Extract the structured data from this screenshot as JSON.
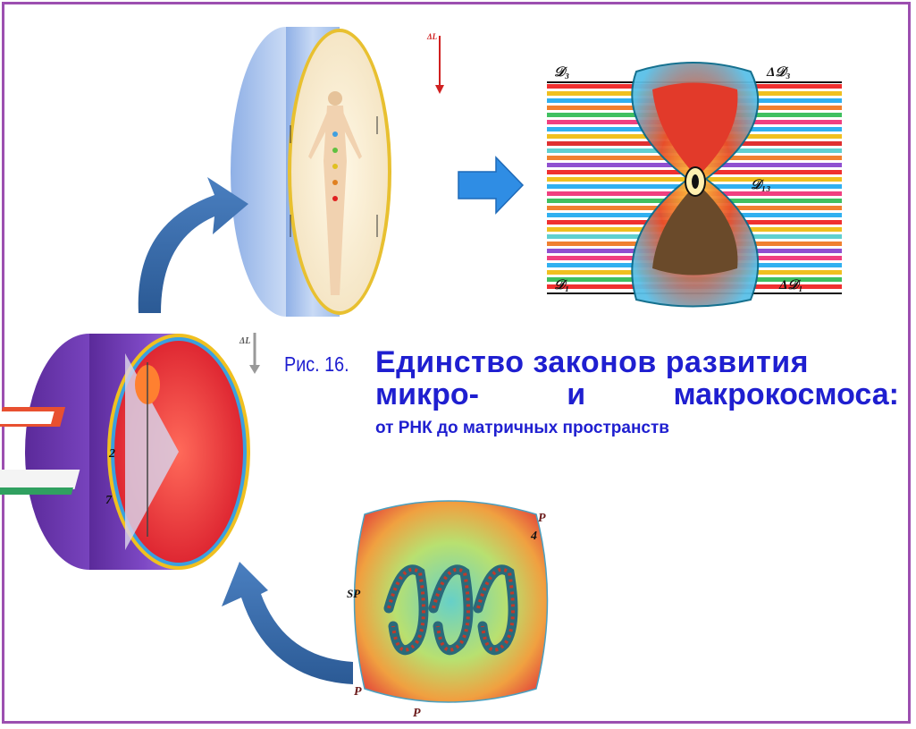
{
  "caption": {
    "prefix": "Рис. 16.",
    "line1": "Единство законов развития",
    "line2_left": "микро-",
    "line2_mid": "и",
    "line2_right": "макрокосмоса:",
    "line3": "от РНК до матричных  пространств"
  },
  "labels": {
    "l3": "𝒟₃",
    "delta_l3": "Δ𝒟₃",
    "l13": "𝒟₁₃",
    "l1": "𝒟₁",
    "delta_l1": "Δ𝒟₁",
    "delta_l_top": "ΔL",
    "delta_l_left": "ΔL",
    "num2": "2",
    "num7": "7",
    "num4": "4",
    "p_left": "P",
    "p_right": "P",
    "p_bottom": "P",
    "sp": "SP"
  },
  "colors": {
    "frame": "#9c4fb0",
    "caption": "#1f1fd0",
    "arrow": "#3a6fb0",
    "right_arrow": "#2f8de4"
  }
}
